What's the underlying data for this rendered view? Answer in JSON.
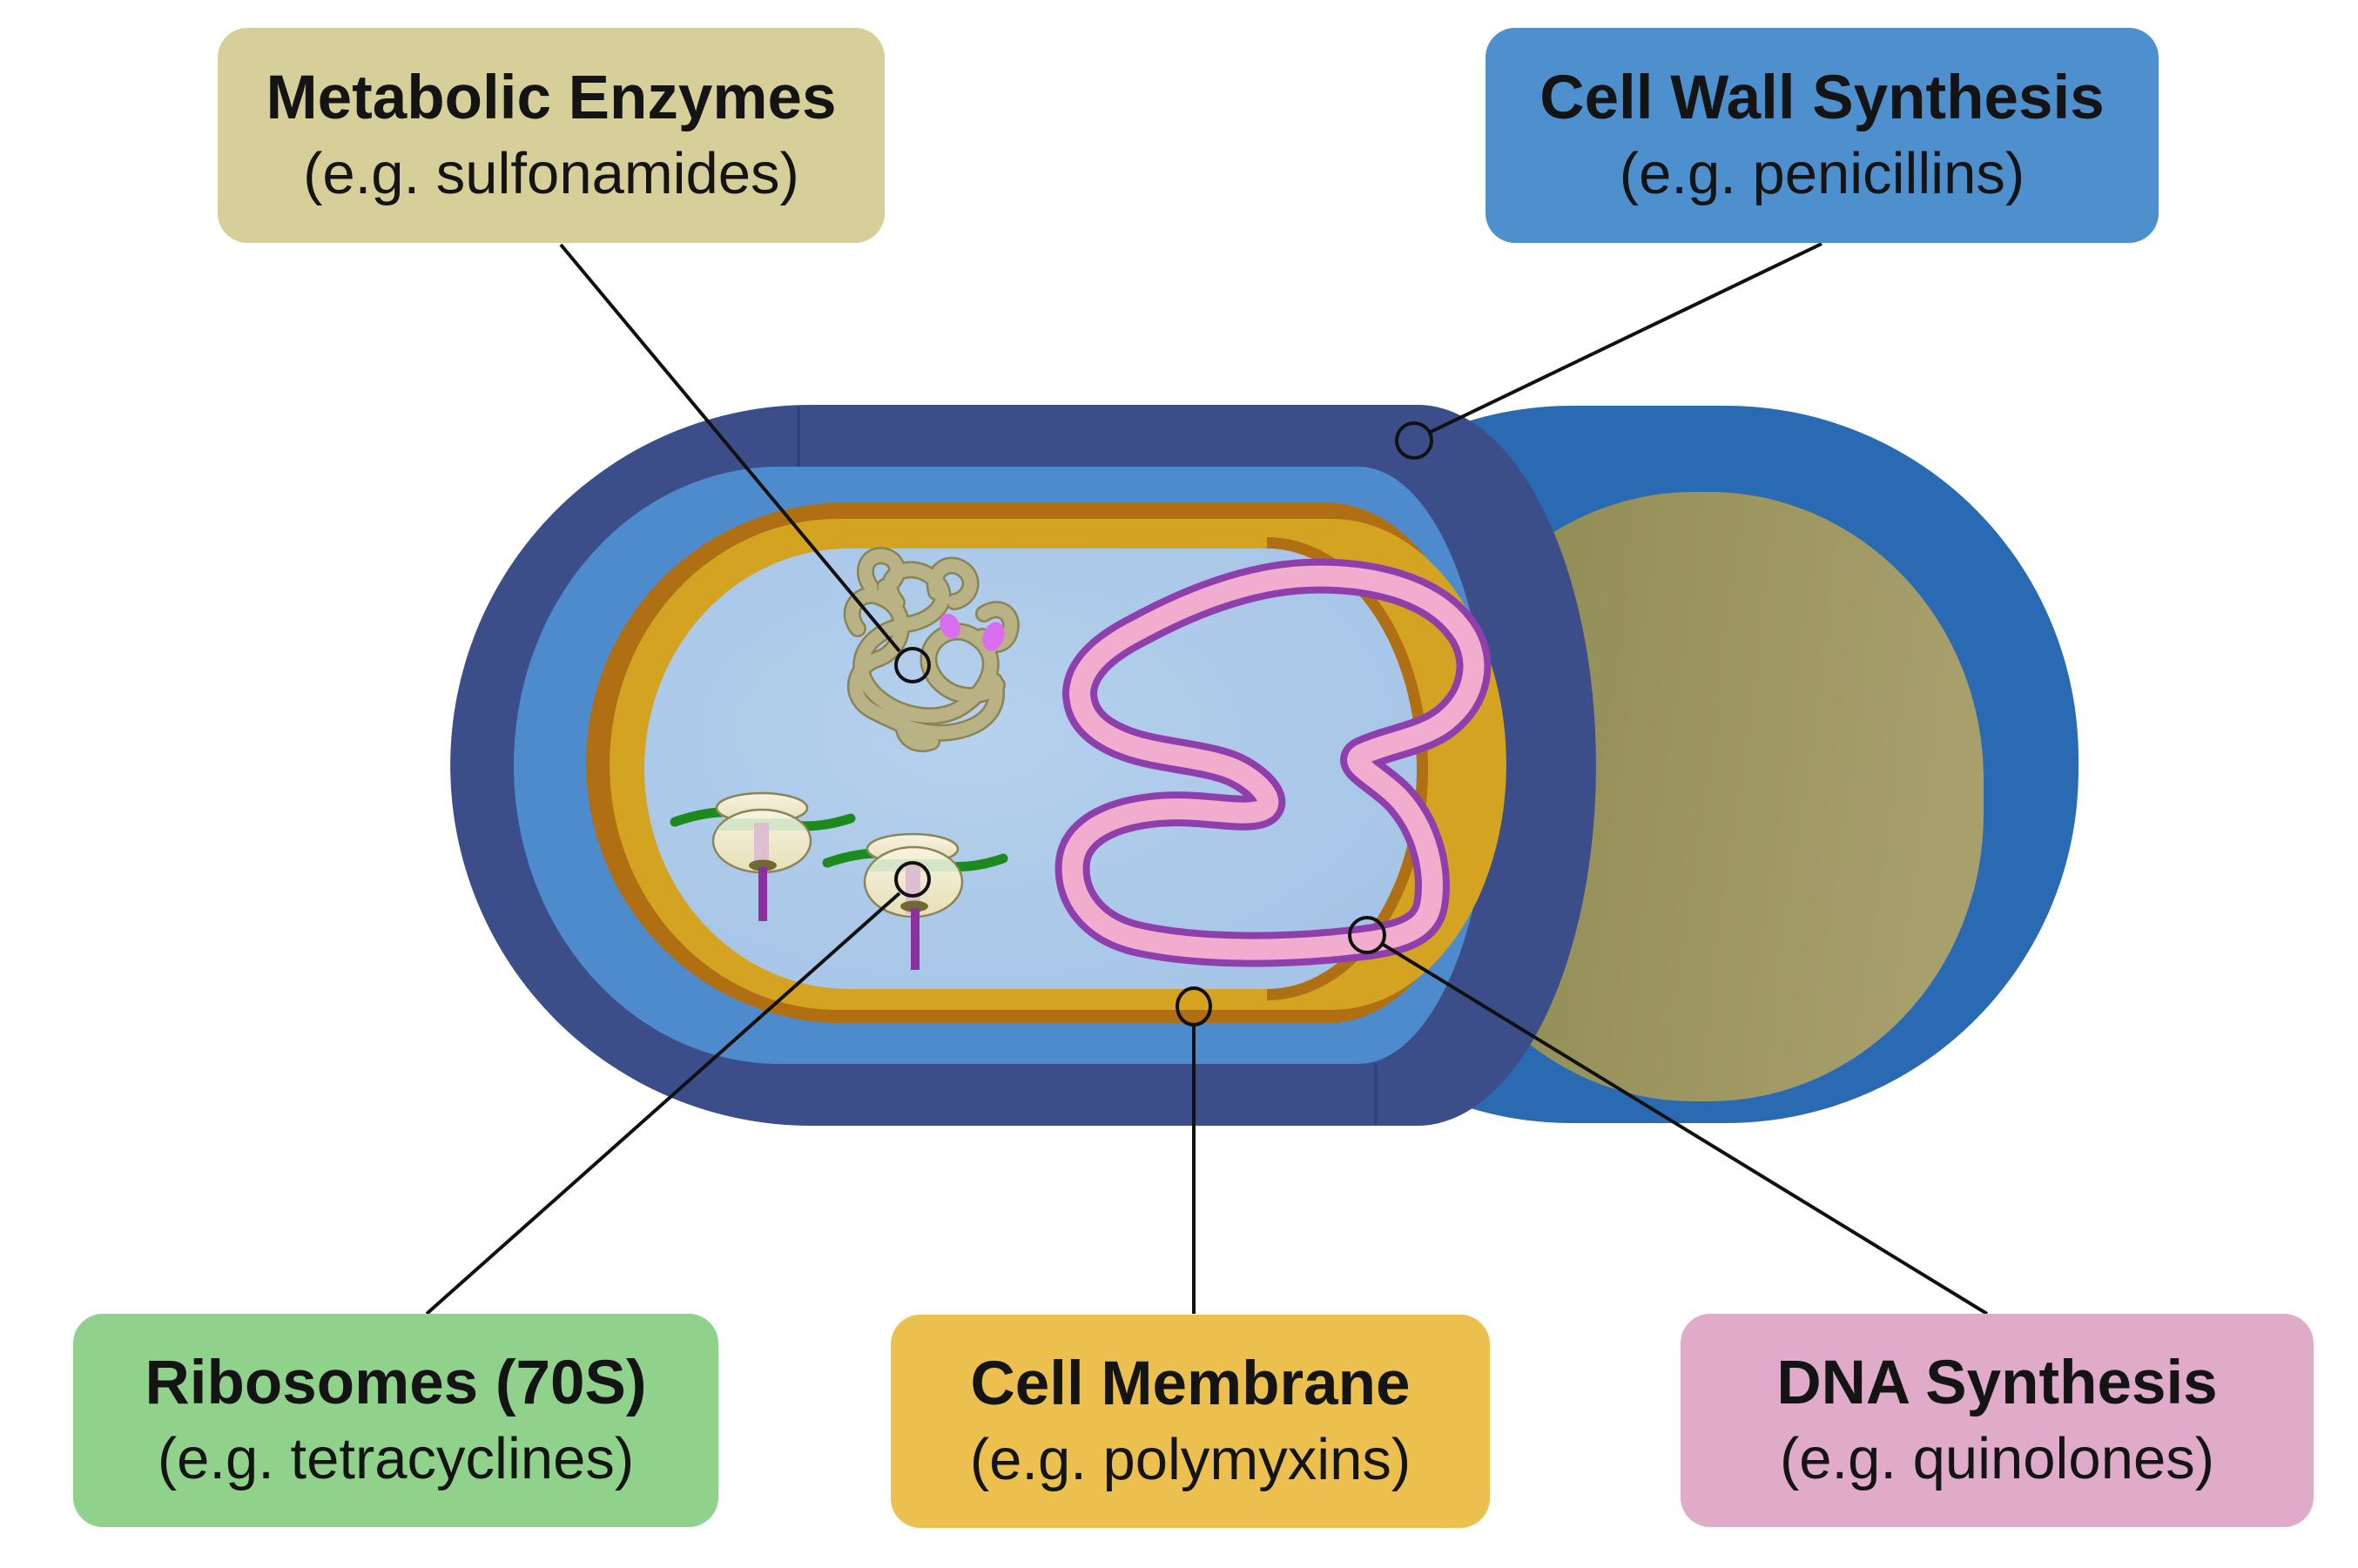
{
  "labels": [
    {
      "id": "metabolic-enzymes",
      "title": "Metabolic Enzymes",
      "subtitle": "(e.g. sulfonamides)",
      "bg": "#d6cf9a"
    },
    {
      "id": "cell-wall-synthesis",
      "title": "Cell Wall Synthesis",
      "subtitle": "(e.g. penicillins)",
      "bg": "#4e90ce"
    },
    {
      "id": "ribosomes-70s",
      "title": "Ribosomes (70S)",
      "subtitle": "(e.g. tetracyclines)",
      "bg": "#90d28c"
    },
    {
      "id": "cell-membrane",
      "title": "Cell Membrane",
      "subtitle": "(e.g. polymyxins)",
      "bg": "#ecc04f"
    },
    {
      "id": "dna-synthesis",
      "title": "DNA Synthesis",
      "subtitle": "(e.g. quinolones)",
      "bg": "#e0aac9"
    }
  ],
  "palette": {
    "background": "#ffffff",
    "capsule_dark_blue": "#3c4e8a",
    "cell_wall_blue": "#4e8bcd",
    "membrane_gold": "#d5a322",
    "membrane_edge_brown": "#b06f12",
    "cytoplasm_blue": "#a9c7e8",
    "cut_capsule_blue": "#2a6ab3",
    "cut_interior_olive": "#9a9464",
    "dna_pink": "#f0adce",
    "dna_outline_purple": "#8f3fab",
    "ribosome_cream": "#f0eacf",
    "mrna_green": "#1d8a1d",
    "peptide_purple": "#8d2f9e",
    "enzyme_khaki": "#b9b284",
    "enzyme_outline": "#8a8355",
    "enzyme_tip_magenta": "#da6ef0",
    "annotation_black": "#111111"
  },
  "annotations": [
    {
      "target": "metabolic-enzyme-tangle",
      "label": "metabolic-enzymes"
    },
    {
      "target": "capsule-cell-wall",
      "label": "cell-wall-synthesis"
    },
    {
      "target": "ribosome-2",
      "label": "ribosomes-70s"
    },
    {
      "target": "cell-membrane-band",
      "label": "cell-membrane"
    },
    {
      "target": "dna-nucleoid-loop",
      "label": "dna-synthesis"
    }
  ]
}
